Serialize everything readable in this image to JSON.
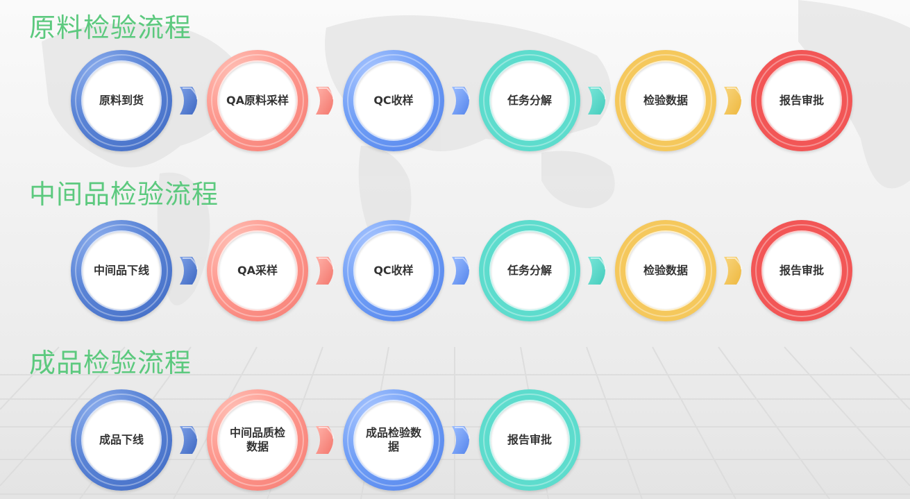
{
  "colors": {
    "title_green": "#5cc97e",
    "blue1": "#4a76d0",
    "salmon": "#fd8f86",
    "blue2": "#6595f2",
    "teal": "#5ddccd",
    "yellow": "#f5c85c",
    "red": "#f25656"
  },
  "sections": [
    {
      "title": "原料检验流程",
      "steps": [
        {
          "label": "原料到货",
          "color": "blue1"
        },
        {
          "label": "QA原料采样",
          "color": "salmon"
        },
        {
          "label": "QC收样",
          "color": "blue2"
        },
        {
          "label": "任务分解",
          "color": "teal"
        },
        {
          "label": "检验数据",
          "color": "yellow"
        },
        {
          "label": "报告审批",
          "color": "red"
        }
      ]
    },
    {
      "title": "中间品检验流程",
      "steps": [
        {
          "label": "中间品下线",
          "color": "blue1"
        },
        {
          "label": "QA采样",
          "color": "salmon"
        },
        {
          "label": "QC收样",
          "color": "blue2"
        },
        {
          "label": "任务分解",
          "color": "teal"
        },
        {
          "label": "检验数据",
          "color": "yellow"
        },
        {
          "label": "报告审批",
          "color": "red"
        }
      ]
    },
    {
      "title": "成品检验流程",
      "steps": [
        {
          "label": "成品下线",
          "color": "blue1"
        },
        {
          "label": "中间品质检数据",
          "color": "salmon"
        },
        {
          "label": "成品检验数据",
          "color": "blue2"
        },
        {
          "label": "报告审批",
          "color": "teal"
        }
      ]
    }
  ]
}
